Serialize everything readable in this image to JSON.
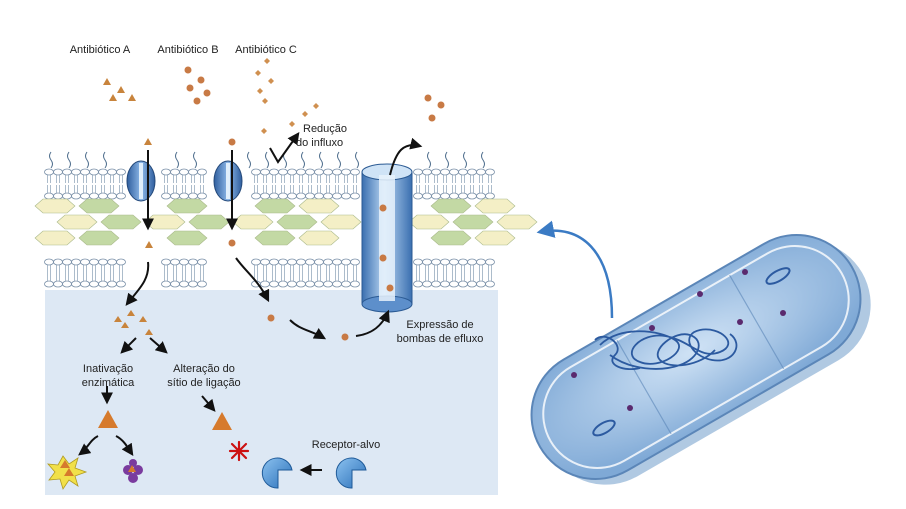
{
  "labels": {
    "antibiotic_a": "Antibiótico A",
    "antibiotic_b": "Antibiótico B",
    "antibiotic_c": "Antibiótico C",
    "reduced_influx_line1": "Redução",
    "reduced_influx_line2": "do influxo",
    "efflux_line1": "Expressão de",
    "efflux_line2": "bombas de efluxo",
    "enzymatic_line1": "Inativação",
    "enzymatic_line2": "enzimática",
    "binding_site_line1": "Alteração do",
    "binding_site_line2": "sítio de ligação",
    "target_receptor": "Receptor-alvo"
  },
  "colors": {
    "cytoplasm": "#dde8f4",
    "antibiotic_a": "#c8843c",
    "antibiotic_b": "#c87a45",
    "antibiotic_c": "#d09050",
    "porin": "#4e84c4",
    "efflux_pump": "#5b9bd5",
    "receptor": "#3f8fd2",
    "membrane_head": "#ffffff",
    "membrane_outline": "#7a90a8",
    "peptidoglycan_green": "#c3d9a4",
    "peptidoglycan_yellow": "#f4efc6",
    "bacterium_body": "#9fc4e8",
    "dna": "#2c5aa0",
    "block_mark": "#cc1111"
  },
  "icons": {
    "porin": "porin-channel-icon",
    "efflux": "efflux-pump-icon",
    "enzyme": "enzyme-cleavage-icon",
    "receptor": "target-receptor-icon",
    "blocked": "blocked-binding-icon",
    "bacterium": "bacterium-icon"
  }
}
